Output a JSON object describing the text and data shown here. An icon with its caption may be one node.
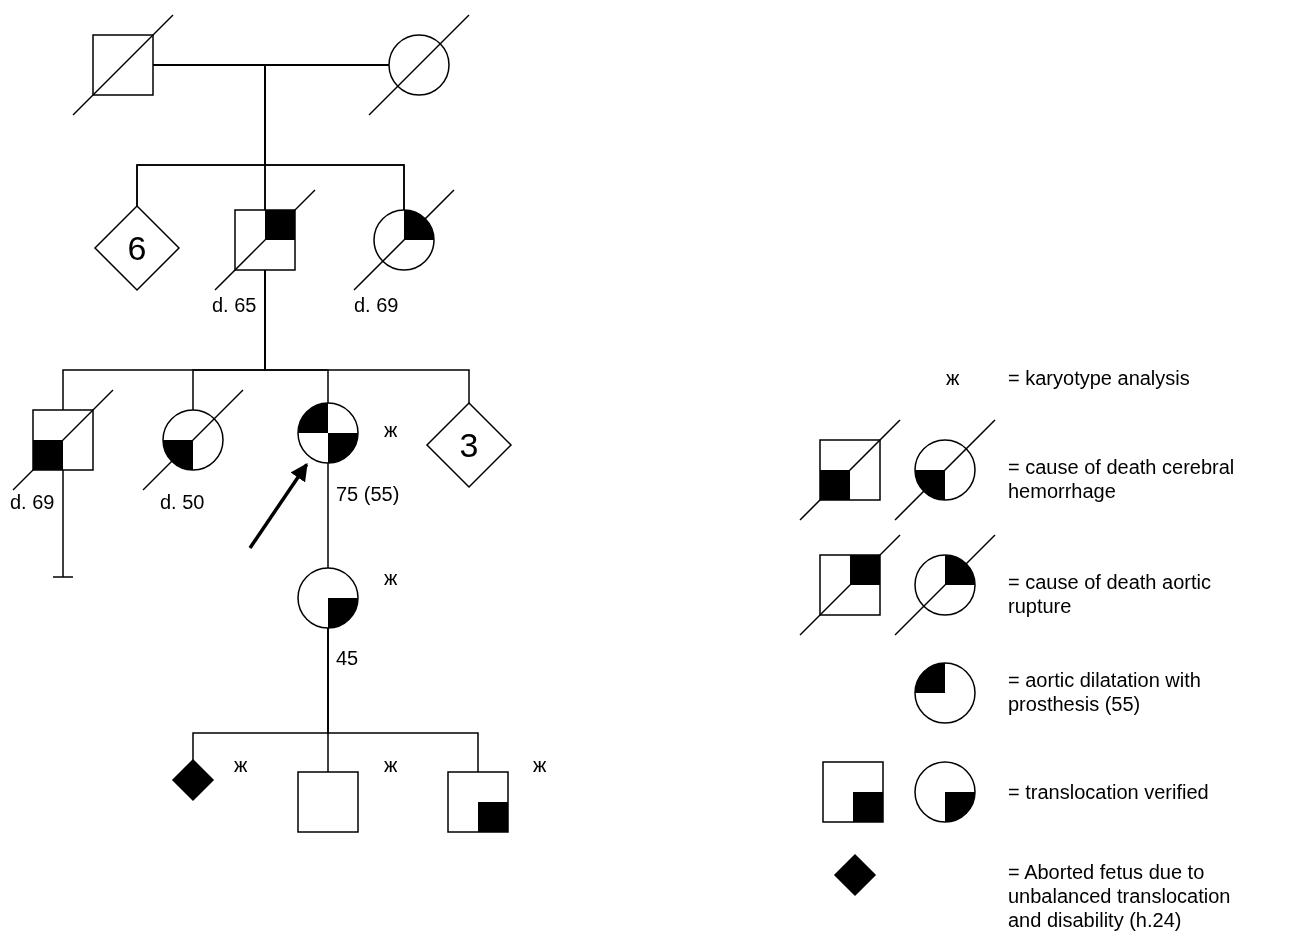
{
  "diagram": {
    "nodes": [
      {
        "text": [],
        "shape": "box"
      },
      {
        "text": [],
        "shape": "circle"
      },
      {
        "text": [
          "6"
        ]
      },
      {
        "text": [],
        "shape": "box",
        "beside": [
          "d. 65"
        ]
      },
      {
        "text": [],
        "shape": "circle",
        "beside": [
          "d. 69"
        ]
      },
      {
        "text": [],
        "shape": "box",
        "beside": [
          "d. 69"
        ]
      },
      {
        "text": [],
        "shape": "circle",
        "beside": [
          "d. 50"
        ]
      },
      {
        "text": [],
        "shape": "circle",
        "beside": [
          "ж",
          "75 (55)"
        ]
      },
      {
        "text": [
          "3"
        ]
      },
      {
        "text": [],
        "shape": "circle",
        "beside": [
          "ж",
          "45"
        ]
      },
      {
        "text": [],
        "shape": "diamond",
        "beside": [
          "ж"
        ]
      },
      {
        "text": [],
        "shape": "box",
        "beside": [
          "ж"
        ]
      },
      {
        "text": [],
        "shape": "box",
        "beside": [
          "ж"
        ]
      },
      {
        "text": [],
        "shape": "bar"
      }
    ],
    "edges": [
      {
        "from": 0,
        "to": 1,
        "arrow": "none"
      },
      {
        "from": 0,
        "to": 2,
        "arrow": "none"
      },
      {
        "from": 0,
        "to": 3,
        "arrow": "none"
      },
      {
        "from": 0,
        "to": 4,
        "arrow": "none"
      },
      {
        "from": 1,
        "to": 2,
        "arrow": "none"
      },
      {
        "from": 1,
        "to": 3,
        "arrow": "none"
      },
      {
        "from": 1,
        "to": 4,
        "arrow": "none"
      },
      {
        "from": 3,
        "to": 5,
        "arrow": "none"
      },
      {
        "from": 3,
        "to": 6,
        "arrow": "none"
      },
      {
        "from": 3,
        "to": 7,
        "arrow": "none"
      },
      {
        "from": 3,
        "to": 8,
        "arrow": "none"
      },
      {
        "from": 5,
        "to": 13,
        "arrow": "none"
      },
      {
        "from": 7,
        "to": 9,
        "arrow": "none"
      },
      {
        "from": 9,
        "to": 10,
        "arrow": "none"
      },
      {
        "from": 9,
        "to": 11,
        "arrow": "none"
      },
      {
        "from": 9,
        "to": 12,
        "arrow": "none"
      },
      {
        "from": null,
        "to": 7,
        "arrow": "to",
        "style": "thick"
      }
    ],
    "labels": [
      "ж"
    ],
    "legend": [
      {
        "text": "= karyotype analysis"
      },
      {
        "text": "= cause of death cerebral hemorrhage"
      },
      {
        "text": "= cause of death aortic rupture"
      },
      {
        "text": "= aortic dilatation with prosthesis (55)"
      },
      {
        "text": "= translocation verified"
      },
      {
        "text": "= Aborted fetus due to unbalanced translocation and disability (h.24)"
      }
    ]
  }
}
